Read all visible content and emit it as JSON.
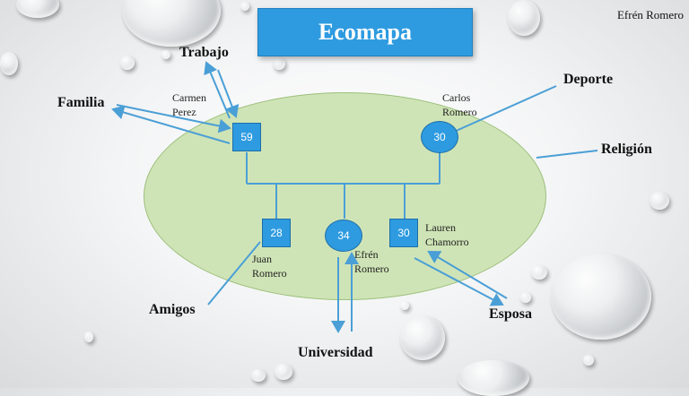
{
  "title": "Ecomapa",
  "author": "Efrén Romero",
  "colors": {
    "accent": "#2e9be0",
    "ellipse": "#cfe4b6",
    "connector": "#4a9fd6"
  },
  "family": {
    "father": {
      "age": "59",
      "name_line1": "Carmen",
      "name_line2": "Perez"
    },
    "mother": {
      "age": "30",
      "name_line1": "Carlos",
      "name_line2": "Romero"
    },
    "children": [
      {
        "age": "28",
        "name_line1": "Juan",
        "name_line2": "Romero"
      },
      {
        "age": "34",
        "name_line1": "Efrén",
        "name_line2": "Romero"
      },
      {
        "age": "30",
        "name_line1": "Lauren",
        "name_line2": "Chamorro"
      }
    ]
  },
  "systems": {
    "trabajo": "Trabajo",
    "familia": "Familia",
    "deporte": "Deporte",
    "religion": "Religión",
    "amigos": "Amigos",
    "universidad": "Universidad",
    "esposa": "Esposa"
  }
}
